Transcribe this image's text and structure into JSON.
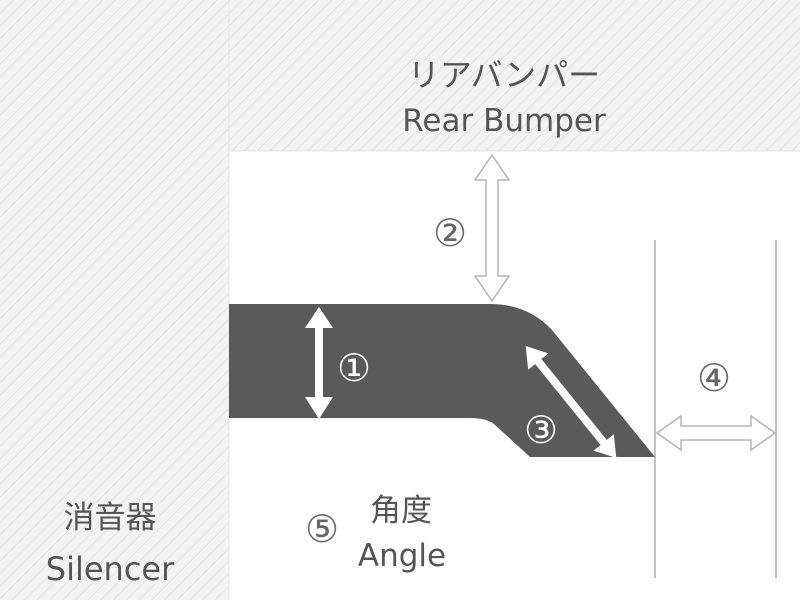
{
  "bumper": {
    "label_ja": "リアバンパー",
    "label_en": "Rear Bumper"
  },
  "silencer": {
    "label_ja": "消音器",
    "label_en": "Silencer"
  },
  "angle": {
    "label_ja": "角度",
    "label_en": "Angle"
  },
  "dimensions": {
    "d1": "①",
    "d2": "②",
    "d3": "③",
    "d4": "④",
    "d5": "⑤"
  },
  "colors": {
    "pipe": "#5a5a5a",
    "hatch_bg": "#f3f3f3",
    "hatch_line": "#e2e2e2",
    "arrow_outline": "#b5b5b5",
    "text": "#555555"
  }
}
